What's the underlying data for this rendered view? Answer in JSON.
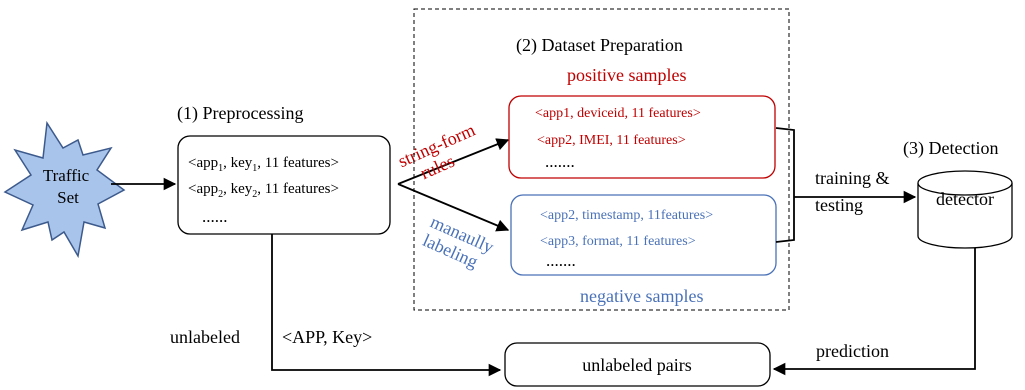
{
  "traffic": {
    "line1": "Traffic",
    "line2": "Set"
  },
  "preprocessing": {
    "title": "(1) Preprocessing",
    "row1": {
      "a": "<app",
      "s1": "1",
      "b": ", key",
      "s2": "1",
      "c": ", 11 features>"
    },
    "row2": {
      "a": "<app",
      "s1": "2",
      "b": ", key",
      "s2": "2",
      "c": ", 11 features>"
    },
    "ellipsis": "......"
  },
  "dataset": {
    "title": "(2) Dataset Preparation",
    "positive_title": "positive samples",
    "positive_rows": [
      "<app1, deviceid, 11 features>",
      "<app2, IMEI, 11 features>"
    ],
    "positive_ellipsis": ".......",
    "negative_rows": [
      "<app2, timestamp, 11features>",
      "<app3, format, 11 features>"
    ],
    "negative_ellipsis": ".......",
    "negative_title": "negative samples"
  },
  "rules_label": {
    "line1": "string-form",
    "line2": "rules"
  },
  "manual_label": {
    "line1": "manaully",
    "line2": "labeling"
  },
  "training_label": {
    "line1": "training &",
    "line2": "testing"
  },
  "detection": {
    "title": "(3) Detection",
    "detector": "detector"
  },
  "unlabeled_label": "unlabeled",
  "app_key_label": "<APP, Key>",
  "unlabeled_pairs": "unlabeled pairs",
  "prediction_label": "prediction",
  "colors": {
    "positive": "#c00000",
    "negative": "#4a72b8",
    "star_fill": "#a9c4eb",
    "star_stroke": "#3c5a8c",
    "ink": "#000000"
  }
}
